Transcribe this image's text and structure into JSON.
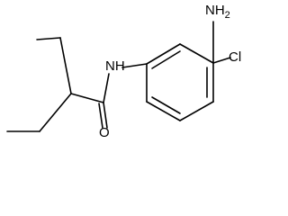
{
  "molecule": {
    "atoms": {
      "nitrogen_amide": "NH",
      "nitrogen_amine": "NH",
      "amine_subscript": "2",
      "chlorine": "Cl",
      "oxygen": "O"
    }
  }
}
